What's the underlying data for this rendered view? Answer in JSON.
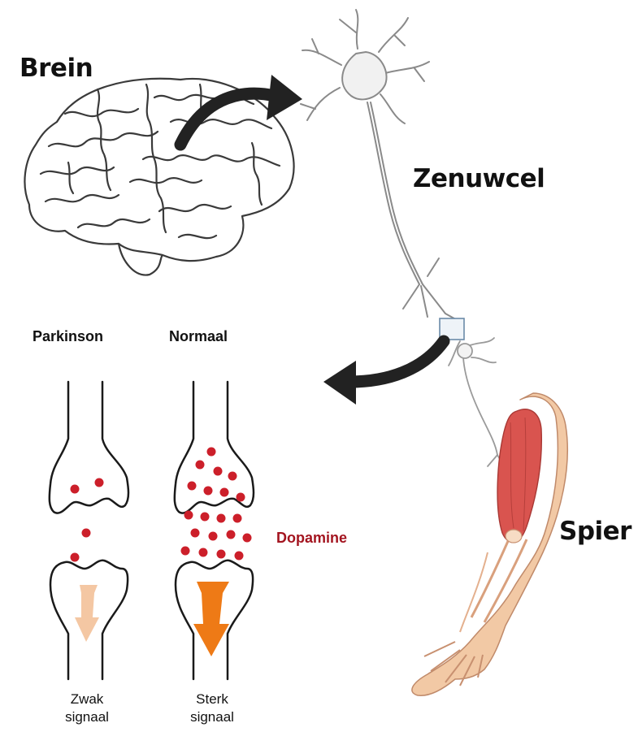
{
  "labels": {
    "brain": "Brein",
    "nerve_cell": "Zenuwcel",
    "muscle": "Spier",
    "parkinson": "Parkinson",
    "normal": "Normaal",
    "dopamine": "Dopamine",
    "weak_signal": [
      "Zwak",
      "signaal"
    ],
    "strong_signal": [
      "Sterk",
      "signaal"
    ]
  },
  "colors": {
    "dopamine": "#cc1f2a",
    "dopamine_label": "#a3141f",
    "strong_arrow": "#ee7a16",
    "weak_arrow": "#f4c7a3",
    "muscle": "#d9544f",
    "skin": "#f2c9a5",
    "line": "#333333"
  }
}
